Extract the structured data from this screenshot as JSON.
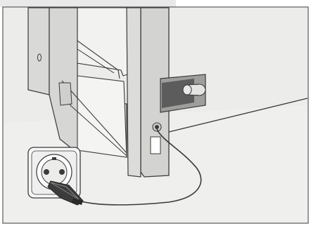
{
  "figure": {
    "description_labels": [],
    "colors": {
      "wall": "#e8e8e6",
      "floor": "#efefed",
      "frame": "#d6d6d4",
      "frame_dark": "#9a9a98",
      "outline": "#3a3a3a",
      "panel_dark": "#5c5c5c",
      "plug": "#3c3c3c",
      "cable": "#3a3a3a"
    },
    "parts": [
      {
        "name": "appliance-housing",
        "icon": "appliance-body"
      },
      {
        "name": "door-frame",
        "icon": "frame-shape"
      },
      {
        "name": "connection-panel",
        "icon": "connector-icon"
      },
      {
        "name": "power-cable",
        "icon": "cable-line"
      },
      {
        "name": "wall-socket",
        "icon": "socket-icon"
      },
      {
        "name": "power-plug",
        "icon": "plug-icon"
      }
    ]
  }
}
